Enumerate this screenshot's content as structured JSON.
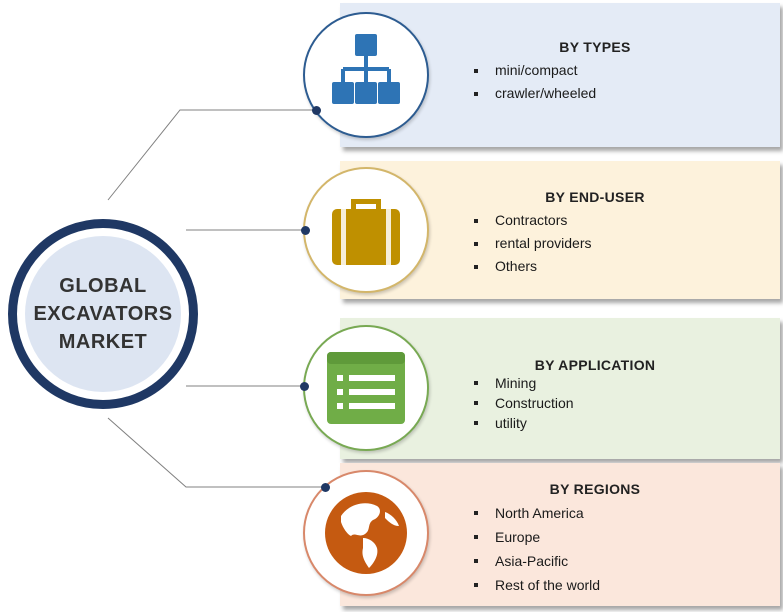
{
  "hub": {
    "title": "GLOBAL\nEXCAVATORS\nMARKET"
  },
  "segments": [
    {
      "heading": "BY TYPES",
      "icon": "hierarchy-icon",
      "accent": "#2e74b5",
      "items": [
        "mini/compact",
        "crawler/wheeled"
      ]
    },
    {
      "heading": "BY END-USER",
      "icon": "briefcase-icon",
      "accent": "#bf9000",
      "items": [
        "Contractors",
        "rental providers",
        "Others"
      ]
    },
    {
      "heading": "BY APPLICATION",
      "icon": "list-window-icon",
      "accent": "#70ad47",
      "items": [
        "Mining",
        "Construction",
        "utility"
      ]
    },
    {
      "heading": "BY REGIONS",
      "icon": "globe-icon",
      "accent": "#c55a11",
      "items": [
        "North America",
        "Europe",
        "Asia-Pacific",
        "Rest of the world"
      ]
    }
  ],
  "colors": {
    "hub_ring": "#1f3864",
    "hub_fill": "#dde5f2",
    "connector": "#7f7f7f"
  }
}
